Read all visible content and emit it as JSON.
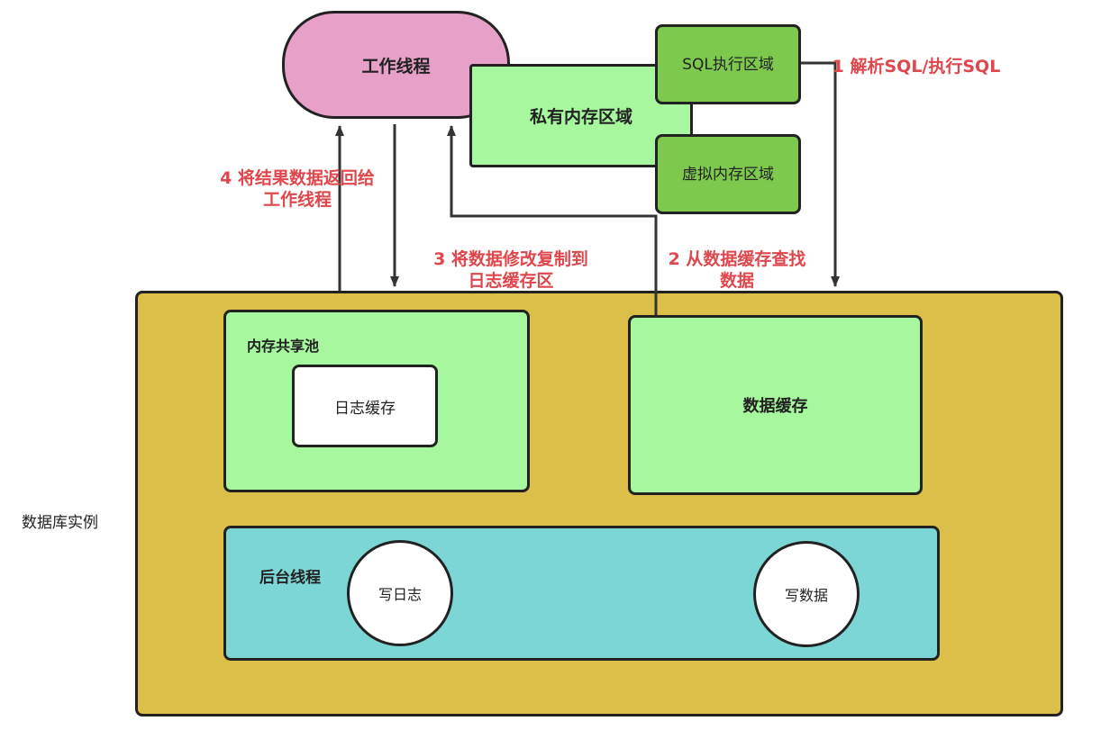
{
  "worker_thread": "工作线程",
  "private_memory": "私有内存区域",
  "sql_area": "SQL执行区域",
  "virtual_area": "虚拟内存区域",
  "instance": "数据库实例",
  "shared_pool": "内存共享池",
  "log_cache": "日志缓存",
  "data_cache": "数据缓存",
  "background": "后台线程",
  "write_log": "写日志",
  "write_data": "写数据",
  "step1": "1 解析SQL/执行SQL",
  "step2": "2 从数据缓存查找数据",
  "step3": "3 将数据修改复制到日志缓存区",
  "step4": "4 将结果数据返回给工作线程",
  "colors": {
    "worker": "#e7a0c8",
    "green": "#a6f79d",
    "dark_green": "#7dc94e",
    "gold": "#dbbf49",
    "teal": "#7dd6d6",
    "red_text": "#e0474c"
  }
}
